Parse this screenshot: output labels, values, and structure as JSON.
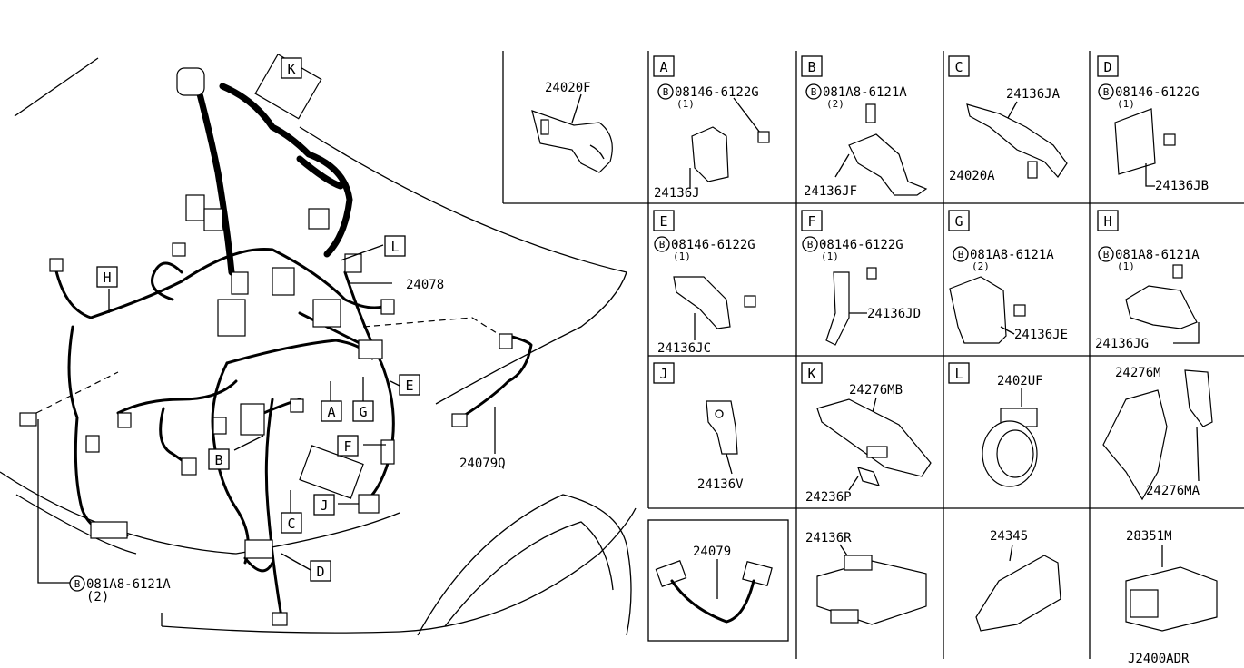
{
  "diagram_id": "J2400ADR",
  "main_callouts": {
    "harness_main": "24078",
    "harness_sub": "24079Q",
    "bottom_bolt": "081A8-6121A",
    "bottom_bolt_qty": "(2)",
    "bolt_symbol": "B"
  },
  "main_letters": [
    "K",
    "L",
    "H",
    "A",
    "G",
    "E",
    "B",
    "F",
    "C",
    "J",
    "D"
  ],
  "panels": {
    "top_left": {
      "part": "24020F"
    },
    "A": {
      "letter": "A",
      "bolt": "08146-6122G",
      "qty": "(1)",
      "part": "24136J"
    },
    "B": {
      "letter": "B",
      "bolt": "081A8-6121A",
      "qty": "(2)",
      "part": "24136JF"
    },
    "C": {
      "letter": "C",
      "part": "24136JA",
      "part2": "24020A"
    },
    "D": {
      "letter": "D",
      "bolt": "08146-6122G",
      "qty": "(1)",
      "part": "24136JB"
    },
    "E": {
      "letter": "E",
      "bolt": "08146-6122G",
      "qty": "(1)",
      "part": "24136JC"
    },
    "F": {
      "letter": "F",
      "bolt": "08146-6122G",
      "qty": "(1)",
      "part": "24136JD"
    },
    "G": {
      "letter": "G",
      "bolt": "081A8-6121A",
      "qty": "(2)",
      "part": "24136JE"
    },
    "H": {
      "letter": "H",
      "bolt": "081A8-6121A",
      "qty": "(1)",
      "part": "24136JG"
    },
    "J": {
      "letter": "J",
      "part": "24136V"
    },
    "K": {
      "letter": "K",
      "part": "24276MB",
      "part2": "24236P"
    },
    "L": {
      "letter": "L",
      "part": "2402UF"
    },
    "M": {
      "part": "24276M",
      "part2": "24276MA"
    },
    "harness": {
      "part": "24079"
    },
    "R": {
      "part": "24136R"
    },
    "S": {
      "part": "24345"
    },
    "T": {
      "part": "28351M"
    }
  }
}
